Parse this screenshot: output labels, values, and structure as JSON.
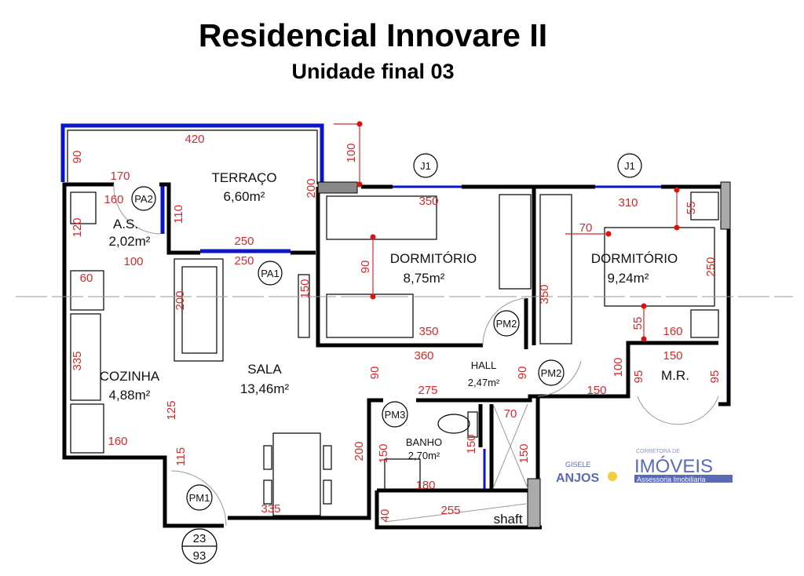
{
  "header": {
    "title": "Residencial Innovare II",
    "subtitle": "Unidade final 03"
  },
  "rooms": [
    {
      "name": "TERRAÇO",
      "area": "6,60m²"
    },
    {
      "name": "A.S.",
      "area": "2,02m²"
    },
    {
      "name": "DORMITÓRIO",
      "area": "8,75m²"
    },
    {
      "name": "DORMITÓRIO",
      "area": "9,24m²"
    },
    {
      "name": "COZINHA",
      "area": "4,88m²"
    },
    {
      "name": "SALA",
      "area": "13,46m²"
    },
    {
      "name": "HALL",
      "area": "2,47m²"
    },
    {
      "name": "M.R.",
      "area": ""
    },
    {
      "name": "BANHO",
      "area": "2,70m²"
    },
    {
      "name": "shaft",
      "area": ""
    }
  ],
  "tags": [
    "PA2",
    "PA1",
    "J1",
    "J1",
    "PM2",
    "PM2",
    "PM3",
    "PM1"
  ],
  "unit_marker": {
    "top": "23",
    "bottom": "93"
  },
  "dims": [
    "420",
    "90",
    "170",
    "160",
    "120",
    "110",
    "200",
    "250",
    "250",
    "100",
    "350",
    "310",
    "55",
    "100",
    "60",
    "70",
    "200",
    "90",
    "150",
    "250",
    "350",
    "350",
    "55",
    "160",
    "360",
    "150",
    "335",
    "90",
    "90",
    "100",
    "95",
    "95",
    "275",
    "150",
    "125",
    "70",
    "150",
    "150",
    "150",
    "200",
    "160",
    "115",
    "180",
    "335",
    "40",
    "255"
  ],
  "watermark": {
    "line1": "GISELE",
    "line2": "ANJOS",
    "line3": "CORRETORA DE",
    "line4": "IMÓVEIS",
    "line5": "Assessoria Imobiliaria"
  }
}
